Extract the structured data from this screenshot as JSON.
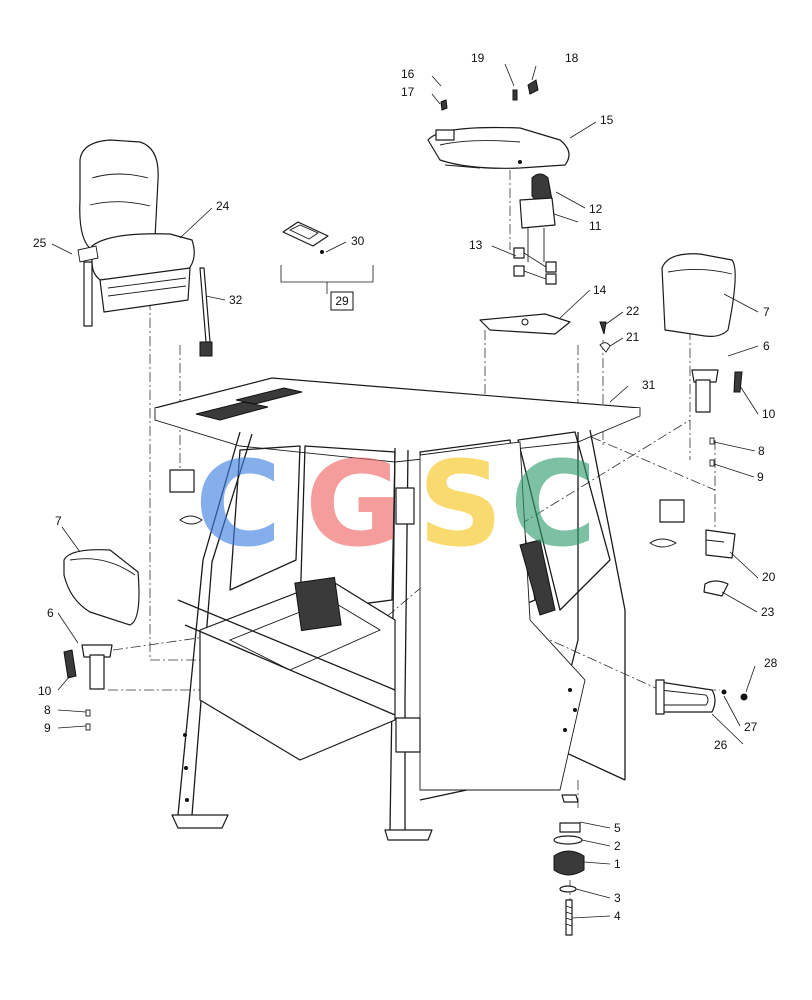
{
  "diagram": {
    "callouts": [
      {
        "id": "c18",
        "label": "18"
      },
      {
        "id": "c19",
        "label": "19"
      },
      {
        "id": "c16",
        "label": "16"
      },
      {
        "id": "c17",
        "label": "17"
      },
      {
        "id": "c15",
        "label": "15"
      },
      {
        "id": "c12",
        "label": "12"
      },
      {
        "id": "c11",
        "label": "11"
      },
      {
        "id": "c13",
        "label": "13"
      },
      {
        "id": "c14",
        "label": "14"
      },
      {
        "id": "c22",
        "label": "22"
      },
      {
        "id": "c21",
        "label": "21"
      },
      {
        "id": "c31",
        "label": "31"
      },
      {
        "id": "c24",
        "label": "24"
      },
      {
        "id": "c25",
        "label": "25"
      },
      {
        "id": "c30",
        "label": "30"
      },
      {
        "id": "c32",
        "label": "32"
      },
      {
        "id": "c7r",
        "label": "7"
      },
      {
        "id": "c6r",
        "label": "6"
      },
      {
        "id": "c10r",
        "label": "10"
      },
      {
        "id": "c8r",
        "label": "8"
      },
      {
        "id": "c9r",
        "label": "9"
      },
      {
        "id": "c20",
        "label": "20"
      },
      {
        "id": "c23",
        "label": "23"
      },
      {
        "id": "c7l",
        "label": "7"
      },
      {
        "id": "c6l",
        "label": "6"
      },
      {
        "id": "c10l",
        "label": "10"
      },
      {
        "id": "c8l",
        "label": "8"
      },
      {
        "id": "c9l",
        "label": "9"
      },
      {
        "id": "c28",
        "label": "28"
      },
      {
        "id": "c27",
        "label": "27"
      },
      {
        "id": "c26",
        "label": "26"
      },
      {
        "id": "c5",
        "label": "5"
      },
      {
        "id": "c2",
        "label": "2"
      },
      {
        "id": "c1",
        "label": "1"
      },
      {
        "id": "c3",
        "label": "3"
      },
      {
        "id": "c4",
        "label": "4"
      }
    ],
    "kit_box_label": "29",
    "watermark": [
      "C",
      "G",
      "S",
      "C"
    ],
    "watermark_colors": [
      "#3b7fe0",
      "#f06262",
      "#f5c518",
      "#2e9c6e"
    ]
  }
}
